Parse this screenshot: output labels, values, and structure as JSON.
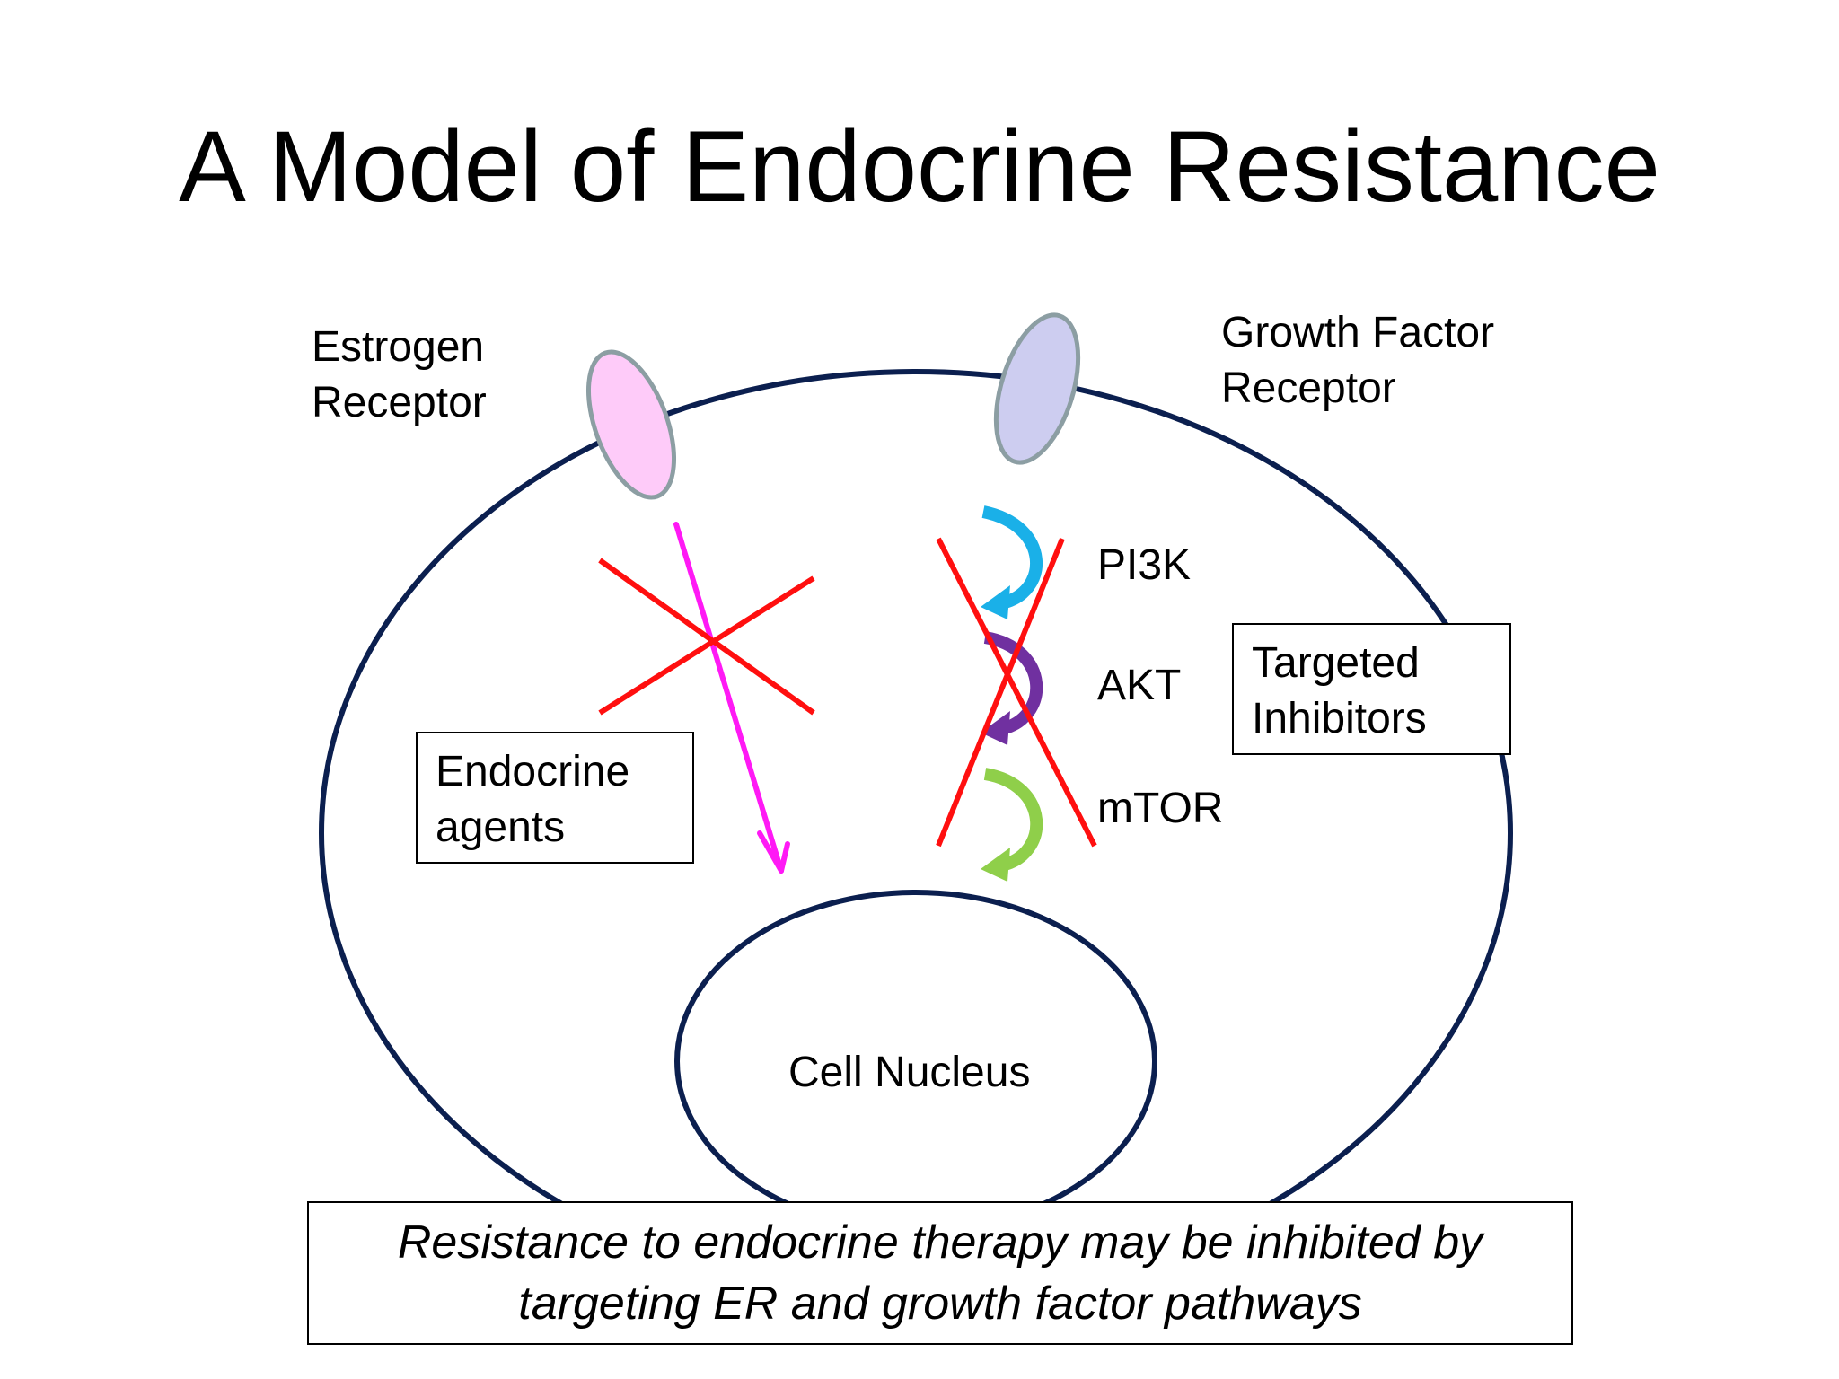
{
  "title": "A Model of Endocrine Resistance",
  "labels": {
    "estrogen_receptor": [
      "Estrogen",
      "Receptor"
    ],
    "growth_factor_receptor": [
      "Growth Factor",
      "Receptor"
    ],
    "pi3k": "PI3K",
    "akt": "AKT",
    "mtor": "mTOR",
    "cell_nucleus": "Cell Nucleus"
  },
  "boxes": {
    "endocrine_agents": [
      "Endocrine",
      "agents"
    ],
    "targeted_inhibitors": [
      "Targeted",
      "Inhibitors"
    ]
  },
  "caption": [
    "Resistance  to endocrine therapy may be inhibited by",
    "targeting ER and growth factor pathways"
  ],
  "colors": {
    "cell_outline": "#0b1f4f",
    "estrogen_receptor_fill": "#fecbf9",
    "growth_factor_receptor_fill": "#cdcdf0",
    "receptor_outline": "#8c9ea3",
    "block_cross": "#ff0f0f",
    "estrogen_arrow": "#ff19f5",
    "pi3k_arrow": "#1ab0e8",
    "akt_arrow": "#7030a0",
    "mtor_arrow": "#8fcf4a"
  }
}
